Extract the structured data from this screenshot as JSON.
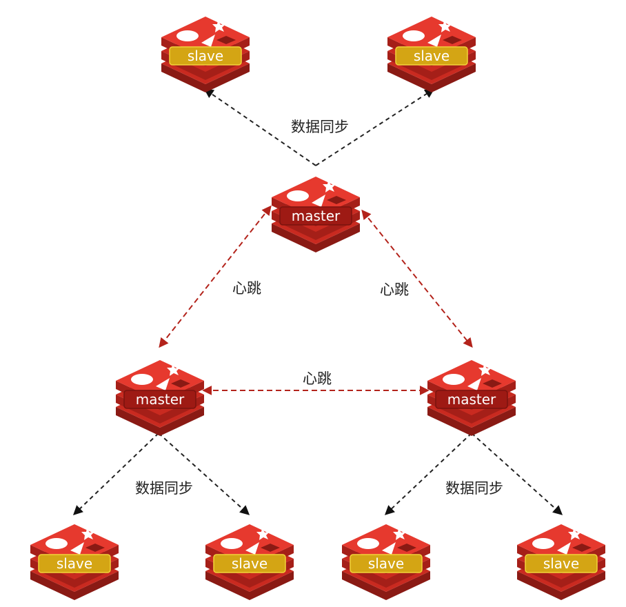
{
  "colors": {
    "redis_top": "#e6392e",
    "redis_layer": "#c92a20",
    "redis_dark": "#a51f18",
    "redis_shadow": "#8a1a14",
    "slave_band": "#d4a514",
    "slave_band_light": "#f2d33a",
    "master_band": "#9e1a14",
    "sync_line": "#222222",
    "heartbeat_line": "#b3231b",
    "label_text": "#222222"
  },
  "icons": {
    "redis_logo": "redis-logo-icon"
  },
  "nodes": {
    "top_master": {
      "role": "master",
      "label": "master"
    },
    "left_master": {
      "role": "master",
      "label": "master"
    },
    "right_master": {
      "role": "master",
      "label": "master"
    },
    "top_slave_1": {
      "role": "slave",
      "label": "slave"
    },
    "top_slave_2": {
      "role": "slave",
      "label": "slave"
    },
    "left_slave_1": {
      "role": "slave",
      "label": "slave"
    },
    "left_slave_2": {
      "role": "slave",
      "label": "slave"
    },
    "right_slave_1": {
      "role": "slave",
      "label": "slave"
    },
    "right_slave_2": {
      "role": "slave",
      "label": "slave"
    }
  },
  "labels": {
    "top_sync": "数据同步",
    "left_sync": "数据同步",
    "right_sync": "数据同步",
    "heartbeat_top_left": "心跳",
    "heartbeat_top_right": "心跳",
    "heartbeat_bottom": "心跳"
  }
}
